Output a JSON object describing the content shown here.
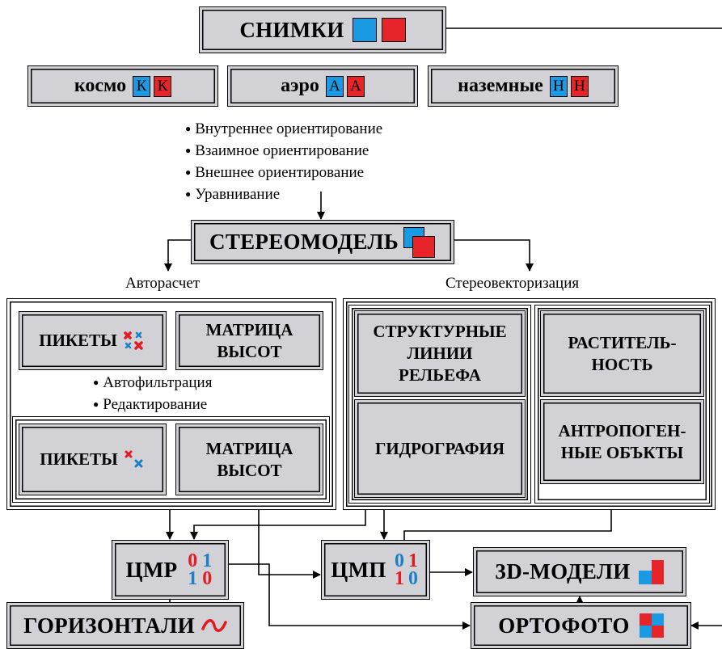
{
  "snimki": {
    "label": "СНИМКИ"
  },
  "sources": {
    "kosmo": {
      "label": "космо",
      "letter": "К"
    },
    "aero": {
      "label": "аэро",
      "letter": "А"
    },
    "ground": {
      "label": "наземные",
      "letter": "Н"
    }
  },
  "steps": [
    "Внутреннее ориентирование",
    "Взаимное ориентирование",
    "Внешнее ориентирование",
    "Уравнивание"
  ],
  "stereomodel": {
    "label": "СТЕРЕОМОДЕЛЬ"
  },
  "autorasschet": {
    "label": "Авторасчет"
  },
  "stereovector": {
    "label": "Стереовекторизация"
  },
  "auto_top": {
    "pikety": "ПИКЕТЫ",
    "matrix_1": "МАТРИЦА",
    "matrix_2": "ВЫСОТ"
  },
  "auto_steps": [
    "Автофильтрация",
    "Редактирование"
  ],
  "auto_bottom": {
    "pikety": "ПИКЕТЫ",
    "matrix_1": "МАТРИЦА",
    "matrix_2": "ВЫСОТ"
  },
  "vector": {
    "struct_1": "СТРУКТУРНЫЕ",
    "struct_2": "ЛИНИИ",
    "struct_3": "РЕЛЬЕФА",
    "veg_1": "РАСТИТЕЛЬ-",
    "veg_2": "НОСТЬ",
    "hydro": "ГИДРОГРАФИЯ",
    "anthro_1": "АНТРОПОГЕН-",
    "anthro_2": "НЫЕ ОБЪКТЫ"
  },
  "cmr": {
    "label": "ЦМР",
    "d1": "0",
    "d2": "1",
    "d3": "1",
    "d4": "0"
  },
  "cmp": {
    "label": "ЦМП",
    "d1": "0",
    "d2": "1",
    "d3": "1",
    "d4": "0"
  },
  "models3d": {
    "label": "3D-МОДЕЛИ"
  },
  "contours": {
    "label": "ГОРИЗОНТАЛИ",
    "symbol": "∼"
  },
  "orthophoto": {
    "label": "ОРТОФОТО"
  },
  "colors": {
    "box_fill": "#d2d2d6",
    "blue": "#1b9ae4",
    "red": "#e8242b"
  }
}
